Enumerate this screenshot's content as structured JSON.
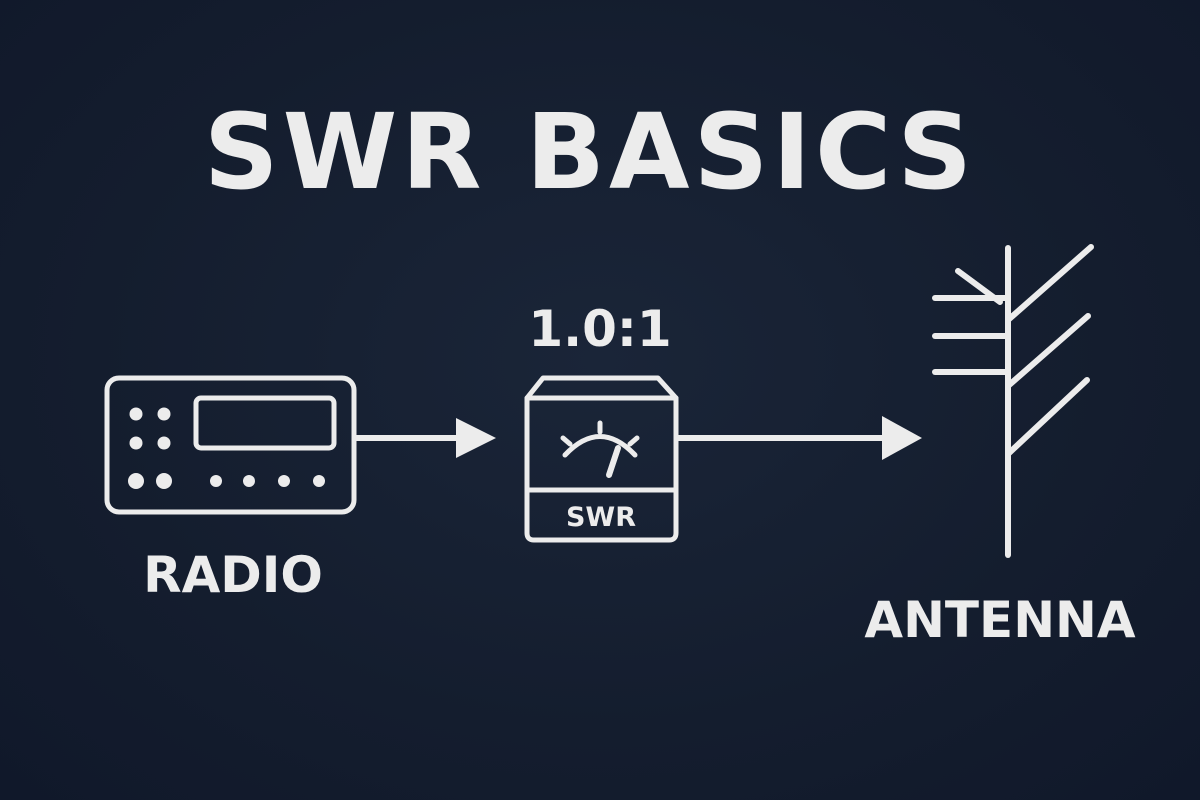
{
  "title": "SWR BASICS",
  "nodes": {
    "radio": {
      "label": "RADIO",
      "icon": "radio-icon"
    },
    "meter": {
      "label": "SWR",
      "reading": "1.0:1",
      "icon": "swr-meter-icon"
    },
    "antenna": {
      "label": "ANTENNA",
      "icon": "antenna-icon"
    }
  },
  "connections": [
    {
      "from": "radio",
      "to": "meter",
      "icon": "arrow-right-icon"
    },
    {
      "from": "meter",
      "to": "antenna",
      "icon": "arrow-right-icon"
    }
  ],
  "colors": {
    "background": "#141d2e",
    "foreground": "#ececec"
  }
}
